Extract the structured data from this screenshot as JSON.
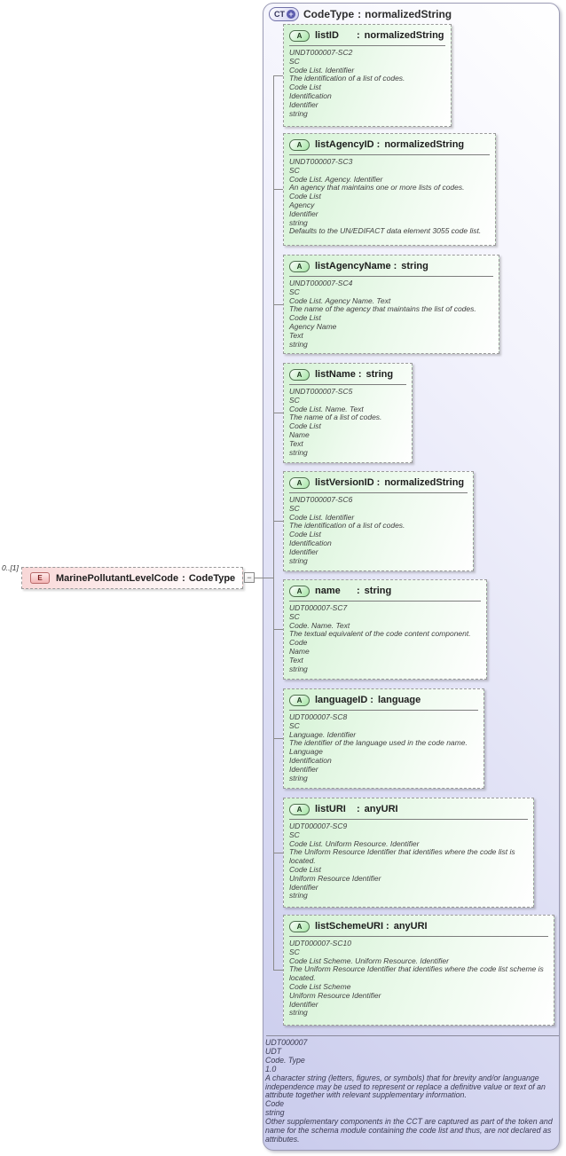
{
  "labels": {
    "colon": ":"
  },
  "header": {
    "badge": "CT",
    "plus": "+",
    "name": "CodeType",
    "type": "normalizedString"
  },
  "element": {
    "cardinality": "0..[1]",
    "badge": "E",
    "name": "MarinePollutantLevelCode",
    "type": "CodeType",
    "collapse_symbol": "−"
  },
  "attributes": [
    {
      "badge": "A",
      "name": "listID",
      "type": "normalizedString",
      "details": [
        "UNDT000007-SC2",
        "SC",
        "Code List. Identifier",
        "The identification of a list of codes.",
        "Code List",
        "Identification",
        "Identifier",
        "string"
      ]
    },
    {
      "badge": "A",
      "name": "listAgencyID",
      "type": "normalizedString",
      "details": [
        "UNDT000007-SC3",
        "SC",
        "Code List. Agency. Identifier",
        "An agency that maintains one or more lists of codes.",
        "Code List",
        "Agency",
        "Identifier",
        "string",
        "Defaults to the UN/EDIFACT data element 3055 code list."
      ]
    },
    {
      "badge": "A",
      "name": "listAgencyName",
      "type": "string",
      "details": [
        "UNDT000007-SC4",
        "SC",
        "Code List. Agency Name. Text",
        "The name of the agency that maintains the list of codes.",
        "Code List",
        "Agency Name",
        "Text",
        "string"
      ]
    },
    {
      "badge": "A",
      "name": "listName",
      "type": "string",
      "details": [
        "UNDT000007-SC5",
        "SC",
        "Code List. Name. Text",
        "The name of a list of codes.",
        "Code List",
        "Name",
        "Text",
        "string"
      ]
    },
    {
      "badge": "A",
      "name": "listVersionID",
      "type": "normalizedString",
      "details": [
        "UNDT000007-SC6",
        "SC",
        "Code List. Identifier",
        "The identification of a list of codes.",
        "Code List",
        "Identification",
        "Identifier",
        "string"
      ]
    },
    {
      "badge": "A",
      "name": "name",
      "type": "string",
      "details": [
        "UDT000007-SC7",
        "SC",
        "Code. Name. Text",
        "The textual equivalent of the code content component.",
        "Code",
        "Name",
        "Text",
        "string"
      ]
    },
    {
      "badge": "A",
      "name": "languageID",
      "type": "language",
      "details": [
        "UDT000007-SC8",
        "SC",
        "Language. Identifier",
        "The identifier of the language used in the code name.",
        "Language",
        "Identification",
        "Identifier",
        "string"
      ]
    },
    {
      "badge": "A",
      "name": "listURI",
      "type": "anyURI",
      "details": [
        "UDT000007-SC9",
        "SC",
        "Code List. Uniform Resource. Identifier",
        "The Uniform Resource Identifier that identifies where the code list is located.",
        "Code List",
        "Uniform Resource Identifier",
        "Identifier",
        "string"
      ]
    },
    {
      "badge": "A",
      "name": "listSchemeURI",
      "type": "anyURI",
      "details": [
        "UDT000007-SC10",
        "SC",
        "Code List Scheme. Uniform Resource. Identifier",
        "The Uniform Resource Identifier that identifies where the code list scheme is located.",
        "Code List Scheme",
        "Uniform Resource Identifier",
        "Identifier",
        "string"
      ]
    }
  ],
  "footer": {
    "lines": [
      "UDT000007",
      "UDT",
      "Code. Type",
      "1.0",
      "A character string (letters, figures, or symbols) that for brevity and/or languange independence may be used to represent or replace a definitive value or text of an attribute together with relevant supplementary information.",
      "Code",
      "string",
      "Other supplementary components in the CCT are captured as part of the token and name for the schema module containing the code list and thus, are not declared as attributes."
    ]
  }
}
